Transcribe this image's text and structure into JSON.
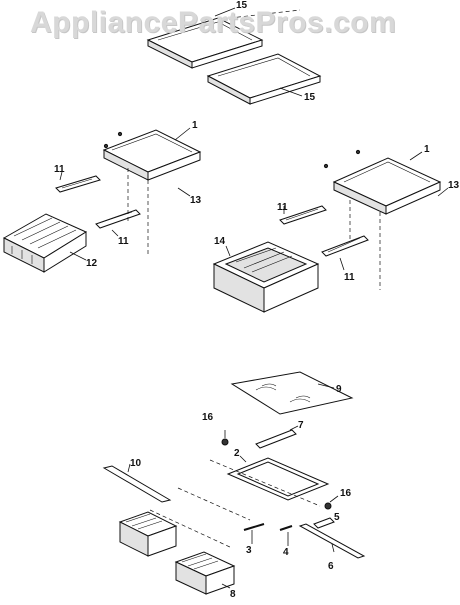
{
  "watermark": "AppliancePartsPros.com",
  "callouts": {
    "c15a": "15",
    "c15b": "15",
    "c1a": "1",
    "c1b": "1",
    "c11a": "11",
    "c11b": "11",
    "c11c": "11",
    "c11d": "11",
    "c13a": "13",
    "c13b": "13",
    "c12": "12",
    "c14": "14",
    "c9": "9",
    "c16a": "16",
    "c16b": "16",
    "c7": "7",
    "c2": "2",
    "c10": "10",
    "c5": "5",
    "c3": "3",
    "c4": "4",
    "c6": "6",
    "c8": "8"
  }
}
